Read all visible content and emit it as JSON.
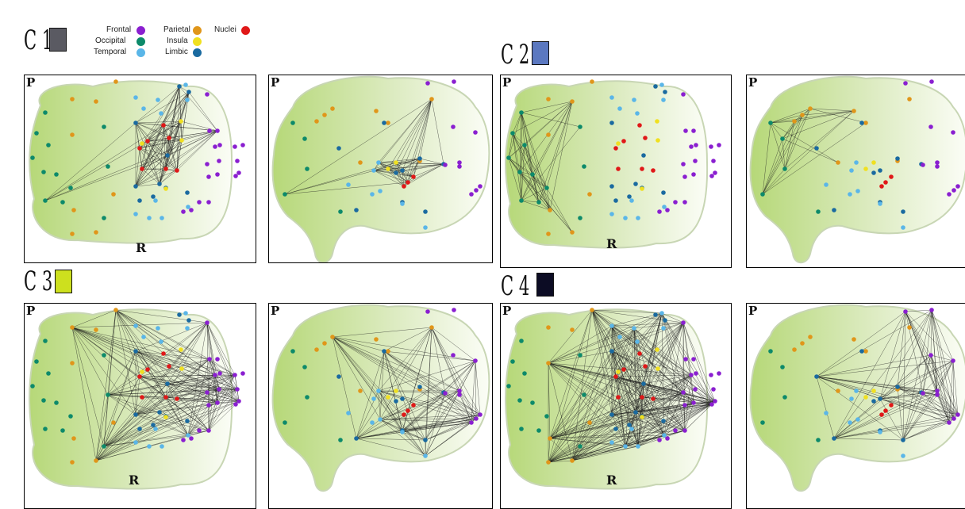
{
  "clusters": [
    {
      "label": "C 1",
      "color": "#5a5a62"
    },
    {
      "label": "C 2",
      "color": "#5b78c0"
    },
    {
      "label": "C 3",
      "color": "#cde01e"
    },
    {
      "label": "C 4",
      "color": "#0c0c24"
    }
  ],
  "legend": [
    {
      "name": "Frontal",
      "color": "#8a1fd0"
    },
    {
      "name": "Occipital",
      "color": "#0d8a6a"
    },
    {
      "name": "Temporal",
      "color": "#5ab6e8"
    },
    {
      "name": "Parietal",
      "color": "#e0961a"
    },
    {
      "name": "Insula",
      "color": "#f0e020"
    },
    {
      "name": "Limbic",
      "color": "#1a6aa0"
    },
    {
      "name": "Nuclei",
      "color": "#e01818"
    }
  ],
  "panel_tags": {
    "p": "P",
    "r": "R"
  }
}
